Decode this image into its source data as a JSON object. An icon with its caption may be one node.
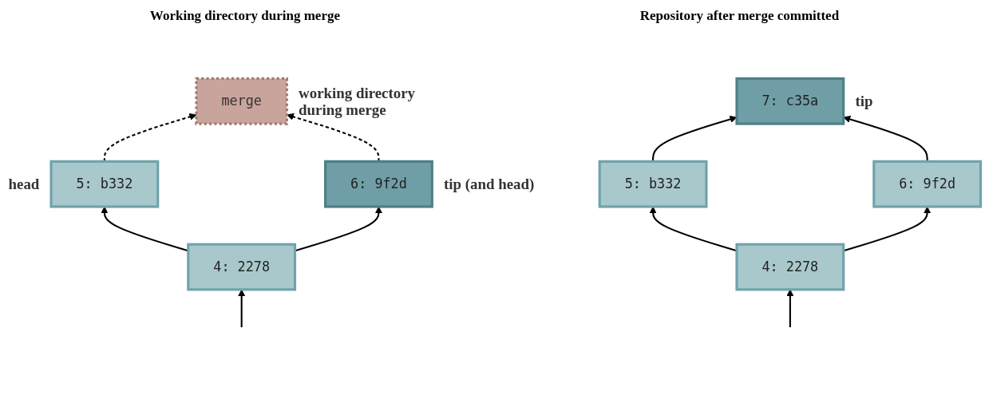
{
  "diagram": {
    "nodes": [
      {
        "text": [
          "merge"
        ],
        "beside": [
          "working directory during merge"
        ]
      },
      {
        "text": [
          "6: 9f2d"
        ],
        "beside": [
          "tip (and head)"
        ]
      },
      {
        "text": [
          "5: b332"
        ],
        "beside": [
          "head"
        ]
      },
      {
        "text": [
          "4: 2278"
        ]
      },
      {
        "text": [
          "7: c35a"
        ],
        "beside": [
          "tip"
        ]
      },
      {
        "text": [
          "6: 9f2d"
        ]
      },
      {
        "text": [
          "5: b332"
        ]
      },
      {
        "text": [
          "4: 2278"
        ]
      }
    ],
    "edges": [
      {
        "from": null,
        "to": 3,
        "arrow": "to"
      },
      {
        "from": 3,
        "to": 2,
        "arrow": "to"
      },
      {
        "from": 3,
        "to": 1,
        "arrow": "to"
      },
      {
        "from": 2,
        "to": 0,
        "arrow": "to",
        "style": "dashed"
      },
      {
        "from": 1,
        "to": 0,
        "arrow": "to",
        "style": "dashed"
      },
      {
        "from": null,
        "to": 7,
        "arrow": "to"
      },
      {
        "from": 7,
        "to": 6,
        "arrow": "to"
      },
      {
        "from": 7,
        "to": 5,
        "arrow": "to"
      },
      {
        "from": 6,
        "to": 4,
        "arrow": "to"
      },
      {
        "from": 5,
        "to": 4,
        "arrow": "to"
      }
    ],
    "labels": [
      "Working directory during merge",
      "Repository after merge committed"
    ]
  }
}
